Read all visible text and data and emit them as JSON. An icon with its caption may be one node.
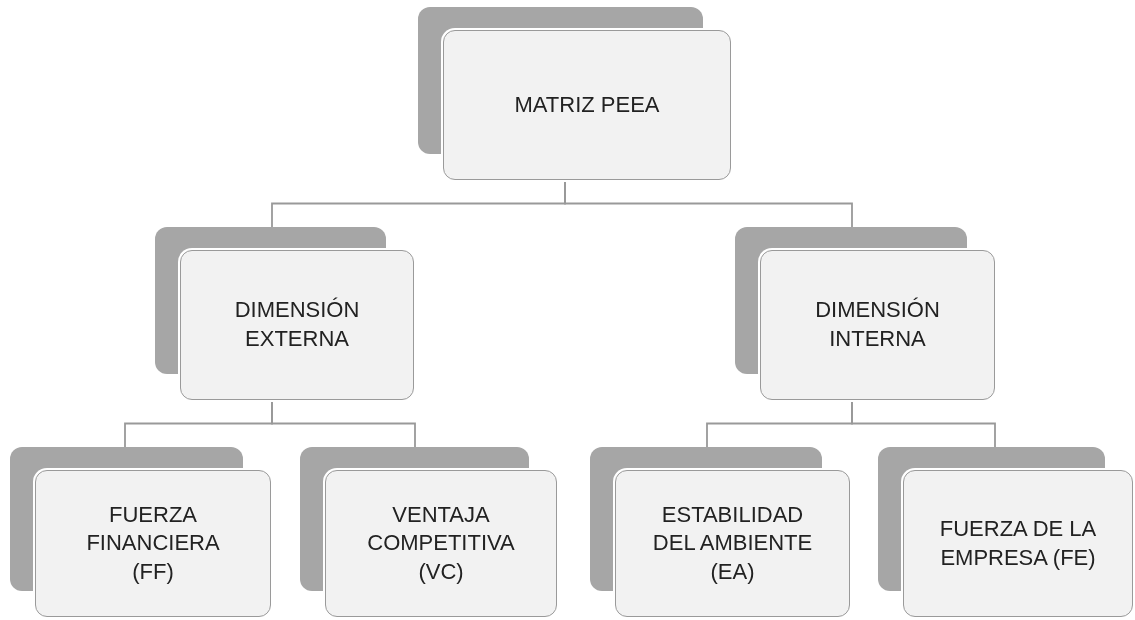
{
  "diagram": {
    "nodes": [
      {
        "text": [
          "MATRIZ PEEA"
        ]
      },
      {
        "text": [
          "DIMENSIÓN EXTERNA"
        ]
      },
      {
        "text": [
          "DIMENSIÓN INTERNA"
        ]
      },
      {
        "text": [
          "FUERZA FINANCIERA (FF)"
        ]
      },
      {
        "text": [
          "VENTAJA COMPETITIVA (VC)"
        ]
      },
      {
        "text": [
          "ESTABILIDAD DEL AMBIENTE (EA)"
        ]
      },
      {
        "text": [
          "FUERZA DE LA EMPRESA (FE)"
        ]
      }
    ],
    "edges": [
      {
        "from": 0,
        "to": 1,
        "arrow": "none"
      },
      {
        "from": 0,
        "to": 2,
        "arrow": "none"
      },
      {
        "from": 1,
        "to": 3,
        "arrow": "none"
      },
      {
        "from": 1,
        "to": 4,
        "arrow": "none"
      },
      {
        "from": 2,
        "to": 5,
        "arrow": "none"
      },
      {
        "from": 2,
        "to": 6,
        "arrow": "none"
      }
    ]
  }
}
